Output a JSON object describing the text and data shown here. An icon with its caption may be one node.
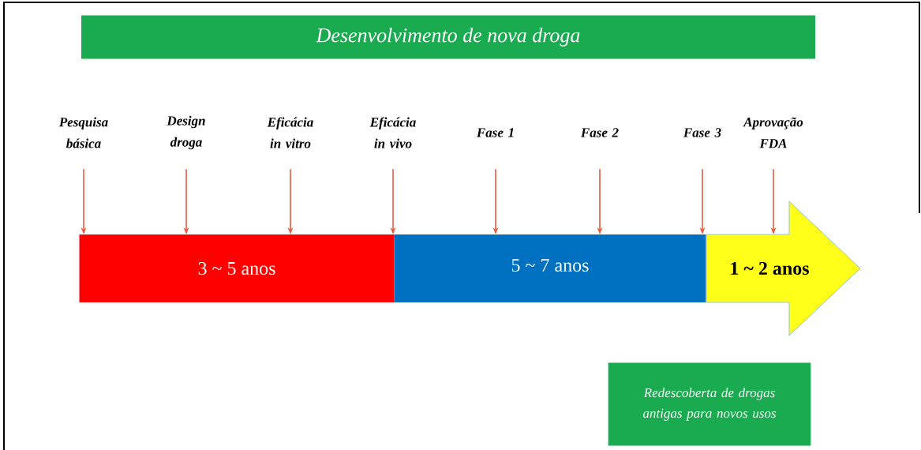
{
  "diagram": {
    "nodes": [
      {
        "text": [
          "Desenvolvimento de nova droga"
        ]
      },
      {
        "text": [
          "Pesquisa básica"
        ]
      },
      {
        "text": [
          "Design droga"
        ]
      },
      {
        "text": [
          "Eficácia in vitro"
        ]
      },
      {
        "text": [
          "Eficácia in vivo"
        ]
      },
      {
        "text": [
          "Fase 1"
        ]
      },
      {
        "text": [
          "Fase 2"
        ]
      },
      {
        "text": [
          "Fase 3"
        ]
      },
      {
        "text": [
          "Aprovação FDA"
        ]
      },
      {
        "text": [
          "3 ~ 5 anos"
        ]
      },
      {
        "text": [
          "5 ~ 7 anos"
        ]
      },
      {
        "text": [
          "1 ~ 2 anos"
        ]
      },
      {
        "text": [
          "Redescoberta de drogas antigas para novos usos"
        ]
      }
    ],
    "edges": [
      {
        "from": 1,
        "to": 9,
        "arrow": "to"
      },
      {
        "from": 2,
        "to": 9,
        "arrow": "to"
      },
      {
        "from": 3,
        "to": 9,
        "arrow": "to"
      },
      {
        "from": 4,
        "to": 9,
        "arrow": "to"
      },
      {
        "from": 5,
        "to": 10,
        "arrow": "to"
      },
      {
        "from": 6,
        "to": 10,
        "arrow": "to"
      },
      {
        "from": 7,
        "to": 10,
        "arrow": "to"
      },
      {
        "from": 8,
        "to": 11,
        "arrow": "to"
      }
    ]
  }
}
